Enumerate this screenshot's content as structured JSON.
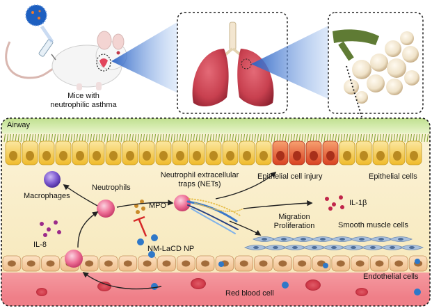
{
  "labels": {
    "mice": "Mice with\nneutrophilic asthma",
    "airway": "Airway",
    "macrophages": "Macrophages",
    "neutrophils": "Neutrophils",
    "nets": "Neutrophil extracellular\ntraps (NETs)",
    "epithelial_injury": "Epithelial cell injury",
    "epithelial_cells": "Epithelial cells",
    "mpo": "MPO",
    "il1b": "IL-1β",
    "il8": "IL-8",
    "migration": "Migration\nProliferation",
    "smooth_muscle": "Smooth muscle cells",
    "nanoparticle": "NM-LaCD NP",
    "endothelial": "Endothelial cells",
    "rbc": "Red blood cell"
  },
  "colors": {
    "epithelium": "#f2c232",
    "injured_epithelium": "#e2502a",
    "cilia": "#8fae3e",
    "endothelium": "#f3cfa4",
    "blood": "#f18f93",
    "neutrophil": "#ee6f96",
    "macrophage": "#7e5bd0",
    "smooth_muscle": "#9bb6d6",
    "cone": "#4a7fcf",
    "nanoparticle": "#2f78c8",
    "il1b": "#c0264a",
    "il8": "#9b2a8a",
    "mpo": "#c98b2a",
    "inhibit": "#d62828"
  },
  "icons": [
    "mouse-icon",
    "nanoparticle-icon",
    "syringe-icon",
    "lungs-icon",
    "alveoli-icon",
    "neutrophil-icon",
    "macrophage-icon",
    "red-blood-cell-icon",
    "smooth-muscle-cell-icon",
    "epithelial-cell-icon",
    "endothelial-cell-icon",
    "net-fiber-icon",
    "inhibition-icon"
  ]
}
